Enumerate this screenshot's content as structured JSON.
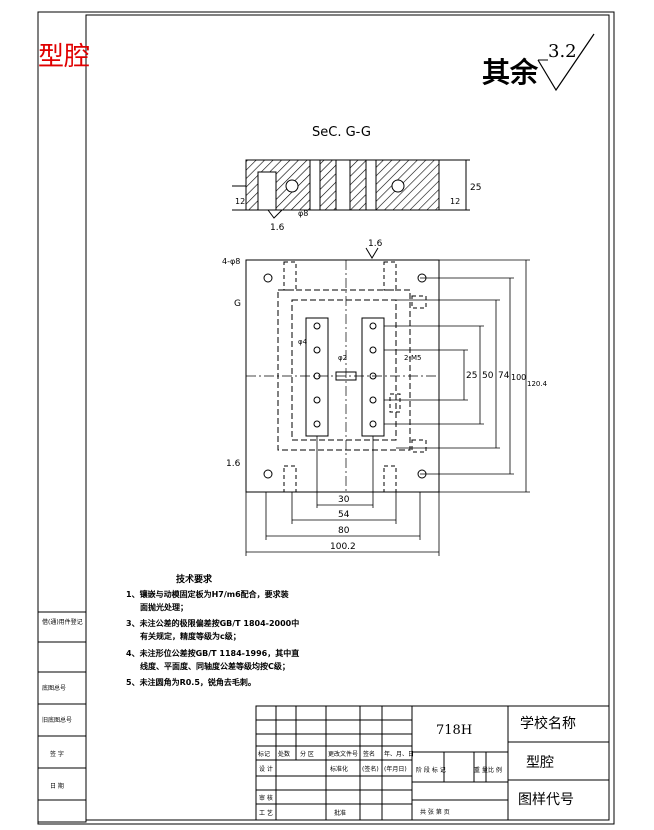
{
  "corner_title": "型腔",
  "roughness": {
    "label": "其余",
    "value": "3.2"
  },
  "section_label": "SeC. G-G",
  "section_dims": {
    "height": "25",
    "left": "12",
    "right": "12",
    "phi": "φ8",
    "roughness": "1.6"
  },
  "plan_dims": {
    "top_roughness": "1.6",
    "side_roughness": "1.6",
    "chamfer": "4-φ8",
    "section_mark": "G",
    "w30": "30",
    "w54": "54",
    "w80": "80",
    "w100": "100.2",
    "h25": "25",
    "h50": "50",
    "h74": "74",
    "h100": "100",
    "h120": "120.4",
    "phi4": "φ4",
    "phi2": "φ2",
    "m5": "2-M5"
  },
  "tech_req": {
    "title": "技术要求",
    "items": [
      "1、镶嵌与动模固定板为H7/m6配合，要求装",
      "面抛光处理；",
      "3、未注公差的极限偏差按GB/T 1804-2000中",
      "有关规定，精度等级为c级；",
      "4、未注形位公差按GB/T 1184-1996，其中直",
      "线度、平面度、同轴度公差等级均按C级；",
      "5、未注圆角为R0.5，锐角去毛刺。"
    ]
  },
  "left_strip": [
    "借(通)用件登记",
    "旧底图总号",
    "底图总号",
    "签 字",
    "日 期"
  ],
  "title_block": {
    "material": "718H",
    "school": "学校名称",
    "part_name": "型腔",
    "drawing_code": "图样代号",
    "header_cols": [
      "标记",
      "处数",
      "分 区",
      "更改文件号",
      "签名",
      "年、月、日"
    ],
    "rows": [
      "设 计",
      "审 核",
      "工 艺"
    ],
    "std": "标准化",
    "sign": "(签名)",
    "date": "(年月日)",
    "approve": "批准",
    "stage_cols": [
      "阶 段 标 记",
      "重 量",
      "比 例"
    ],
    "sheets": "共  张  第  页"
  }
}
